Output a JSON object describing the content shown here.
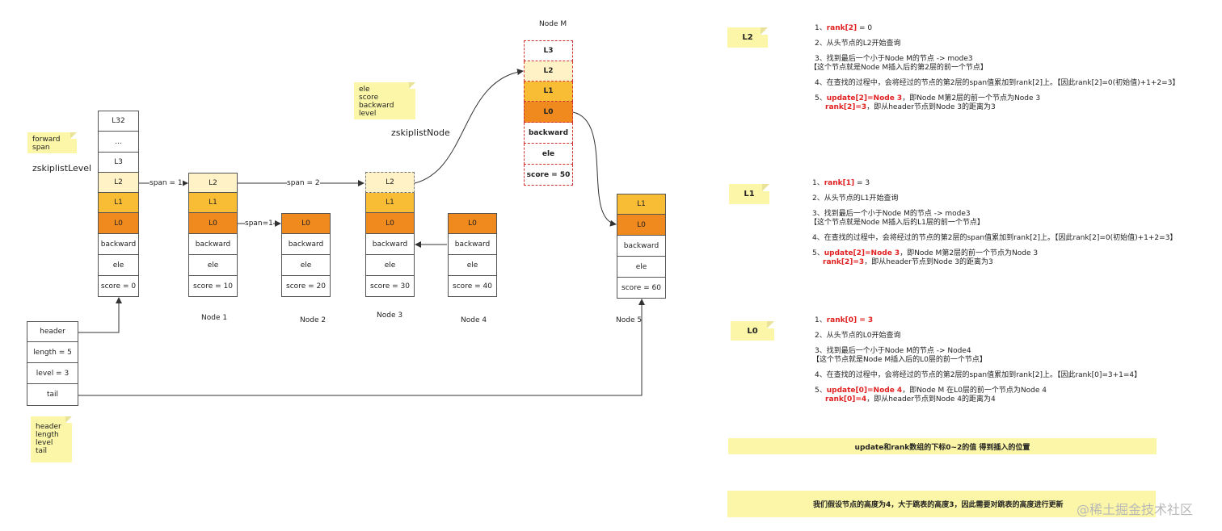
{
  "labels": {
    "node_m": "Node M",
    "zskiplist_level": "zskiplistLevel",
    "zskiplist_node": "zskiplistNode",
    "span1": "span = 1",
    "span2": "span = 2",
    "span1b": "span=1"
  },
  "notes": {
    "forward": [
      "forward",
      "span"
    ],
    "node_fields": [
      "ele",
      "score",
      "backward",
      "level"
    ],
    "list_fields": [
      "header",
      "length",
      "level",
      "tail"
    ]
  },
  "header_node": {
    "cells": [
      "L32",
      "...",
      "L3",
      "L2",
      "L1",
      "L0",
      "backward",
      "ele",
      "score = 0"
    ]
  },
  "nodes": [
    {
      "name": "Node 1",
      "cells": [
        "L2",
        "L1",
        "L0",
        "backward",
        "ele",
        "score = 10"
      ]
    },
    {
      "name": "Node 2",
      "cells": [
        "L0",
        "backward",
        "ele",
        "score = 20"
      ]
    },
    {
      "name": "Node 3",
      "cells": [
        "L2",
        "L1",
        "L0",
        "backward",
        "ele",
        "score = 30"
      ]
    },
    {
      "name": "Node 4",
      "cells": [
        "L0",
        "backward",
        "ele",
        "score = 40"
      ]
    },
    {
      "name": "Node 5",
      "cells": [
        "L1",
        "L0",
        "backward",
        "ele",
        "score = 60"
      ]
    }
  ],
  "node_m": {
    "cells": [
      "L3",
      "L2",
      "L1",
      "L0",
      "backward",
      "ele",
      "score = 50"
    ]
  },
  "list_struct": {
    "cells": [
      "header",
      "length = 5",
      "level = 3",
      "tail"
    ]
  },
  "sections": [
    {
      "tag": "L2",
      "s1_prefix": "1、",
      "s1_red": "rank[2]",
      "s1_rest": " = 0",
      "s2": "2、从头节点的L2开始查询",
      "s3": "3、找到最后一个小于Node M的节点 -> mode3",
      "s3b": "【这个节点就是Node M插入后的第2层的前一个节点】",
      "s4": "4、在查找的过程中，会将经过的节点的第2层的span值累加到rank[2]上。【因此rank[2]=0(初始值)+1+2=3】",
      "s5_prefix": "5、",
      "s5_red": "update[2]=Node 3",
      "s5_rest": "，即Node M第2层的前一个节点为Node 3",
      "s6_red": "rank[2]=3",
      "s6_rest": "，即从header节点到Node 3的距离为3"
    },
    {
      "tag": "L1",
      "s1_prefix": "1、",
      "s1_red": "rank[1]",
      "s1_rest": " = 3",
      "s2": "2、从头节点的L1开始查询",
      "s3": "3、找到最后一个小于Node M的节点 -> mode3",
      "s3b": "【这个节点就是Node M插入后的L1层的前一个节点】",
      "s4": "4、在查找的过程中，会将经过的节点的第2层的span值累加到rank[2]上。【因此rank[2]=0(初始值)+1+2=3】",
      "s5_prefix": "5、",
      "s5_red": "update[2]=Node 3",
      "s5_rest": "，即Node M第2层的前一个节点为Node 3",
      "s6_red": "rank[2]=3",
      "s6_rest": "，即从header节点到Node 3的距离为3"
    },
    {
      "tag": "L0",
      "s1_prefix": "1、",
      "s1_red": "rank[0] = 3",
      "s1_rest": "",
      "s2": "2、从头节点的L0开始查询",
      "s3": "3、找到最后一个小于Node M的节点 -> Node4",
      "s3b": "【这个节点就是Node M插入后的L0层的前一个节点】",
      "s4": "4、在查找的过程中，会将经过的节点的第2层的span值累加到rank[2]上。【因此rank[0]=3+1=4】",
      "s5_prefix": "5、",
      "s5_red": "update[0]=Node 4",
      "s5_rest": "，即Node M 在L0层的前一个节点为Node 4",
      "s6_red": "rank[0]=4",
      "s6_rest": "，即从header节点到Node 4的距离为4"
    }
  ],
  "banners": {
    "b1": "update和rank数组的下标0~2的值 得到插入的位置",
    "b2": "我们假设节点的高度为4，大于跳表的高度3，因此需要对跳表的高度进行更新"
  },
  "watermark": "@稀土掘金技术社区",
  "colors": {
    "pale": "#fff2c6",
    "gold": "#f8bd34",
    "orange": "#f08a1f",
    "note": "#fcf7a8",
    "red": "#e02020"
  }
}
